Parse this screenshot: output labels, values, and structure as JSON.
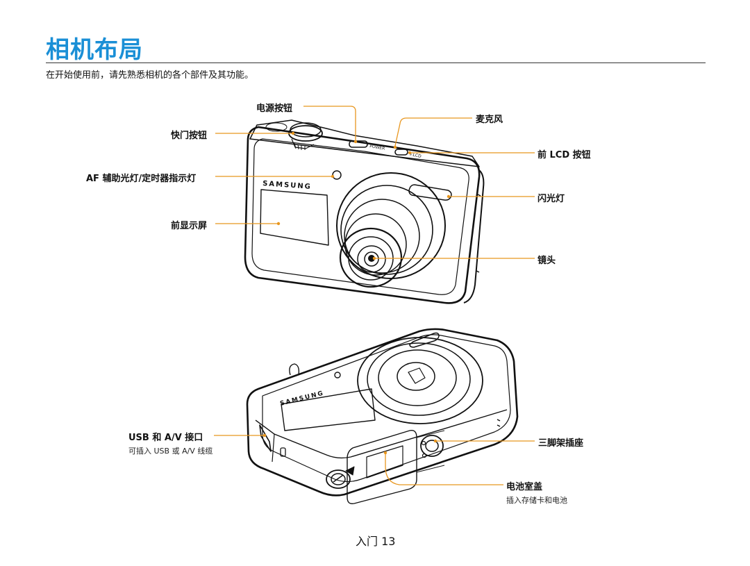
{
  "page": {
    "title": "相机布局",
    "intro": "在开始使用前，请先熟悉相机的各个部件及其功能。",
    "footer": "入门 13"
  },
  "camera_brand": "SAMSUNG",
  "callouts_front": {
    "power_button": "电源按钮",
    "microphone": "麦克风",
    "shutter_button": "快门按钮",
    "front_lcd_button": "前 LCD 按钮",
    "af_lamp": "AF 辅助光灯/定时器指示灯",
    "flash": "闪光灯",
    "front_display": "前显示屏",
    "lens": "镜头"
  },
  "callouts_bottom": {
    "usb_av": "USB 和 A/V 接口",
    "usb_av_note": "可插入 USB 或 A/V 线缆",
    "tripod": "三脚架插座",
    "battery_cover": "电池室盖",
    "battery_cover_note": "插入存储卡和电池"
  },
  "colors": {
    "title": "#1a8fd6",
    "leader": "#e8961e"
  }
}
